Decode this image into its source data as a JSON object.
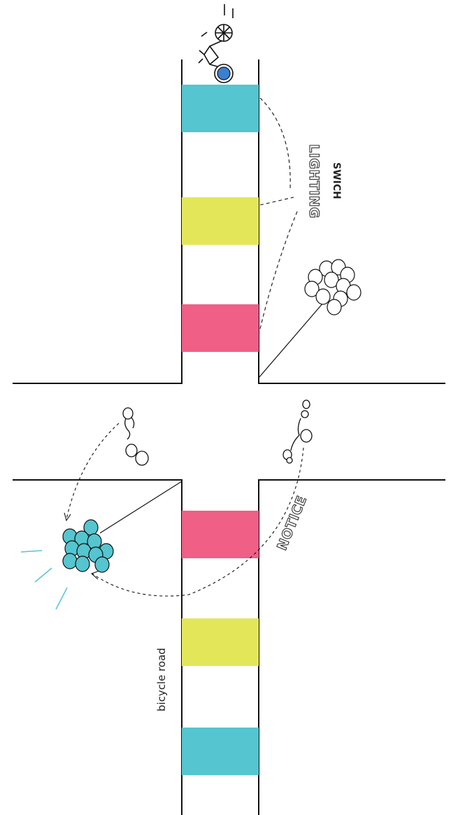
{
  "labels": {
    "lighting": "LIGHTING",
    "switch": "SWICH",
    "notice": "NOTICE",
    "road": "bicycle road"
  },
  "colors": {
    "cyan": "#55c5cf",
    "yellow": "#e4e65a",
    "pink": "#ef5f86",
    "bike_light": "#3a7fd0",
    "line": "#111111"
  },
  "icons": [
    "bicycle-icon",
    "tree-icon",
    "person-icon"
  ]
}
